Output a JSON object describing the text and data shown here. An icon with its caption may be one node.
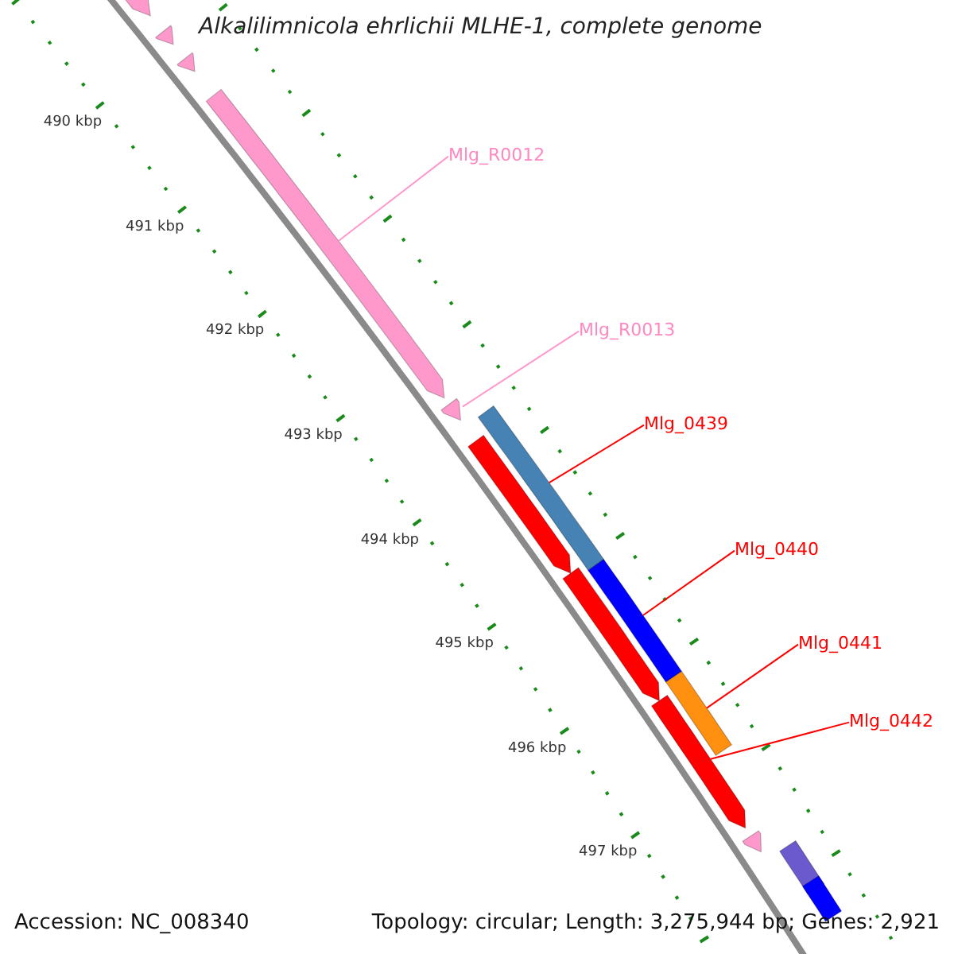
{
  "diagram": {
    "title": "Alkalilimnicola ehrlichii MLHE-1, complete genome",
    "nodes": [
      {
        "text": [],
        "shape": "arrow"
      },
      {
        "text": [],
        "shape": "arrow"
      },
      {
        "text": [],
        "shape": "arrow"
      },
      {
        "text": [
          "Mlg_R0012"
        ]
      },
      {
        "text": [],
        "shape": "arrow"
      },
      {
        "text": [
          "Mlg_R0013"
        ]
      },
      {
        "text": [],
        "shape": "arrow"
      },
      {
        "text": [],
        "shape": "bar"
      },
      {
        "text": [
          "Mlg_0439"
        ]
      },
      {
        "text": [],
        "shape": "arrow"
      },
      {
        "text": [
          "Mlg_0440"
        ]
      },
      {
        "text": [],
        "shape": "bar"
      },
      {
        "text": [],
        "shape": "arrow"
      },
      {
        "text": [
          "Mlg_0441"
        ]
      },
      {
        "text": [],
        "shape": "bar"
      },
      {
        "text": [
          "Mlg_0442"
        ]
      },
      {
        "text": [],
        "shape": "arrow"
      },
      {
        "text": [],
        "shape": "arrow"
      },
      {
        "text": [],
        "shape": "bar"
      },
      {
        "text": [],
        "shape": "bar"
      }
    ],
    "edges": [
      {
        "from": 3,
        "to": 4,
        "arrow": "none",
        "color": "#ff99cc"
      },
      {
        "from": 5,
        "to": 6,
        "arrow": "none",
        "color": "#ff99cc"
      },
      {
        "from": 8,
        "to": 7,
        "arrow": "none"
      },
      {
        "from": 10,
        "to": 11,
        "arrow": "none"
      },
      {
        "from": 13,
        "to": 14,
        "arrow": "none"
      },
      {
        "from": 15,
        "to": 16,
        "arrow": "none"
      }
    ],
    "labels": [
      "490 kbp",
      "491 kbp",
      "492 kbp",
      "493 kbp",
      "494 kbp",
      "495 kbp",
      "496 kbp",
      "497 kbp",
      "Accession: NC_008340",
      "Topology: circular; Length: 3,275,944 bp; Genes: 2,921"
    ]
  }
}
